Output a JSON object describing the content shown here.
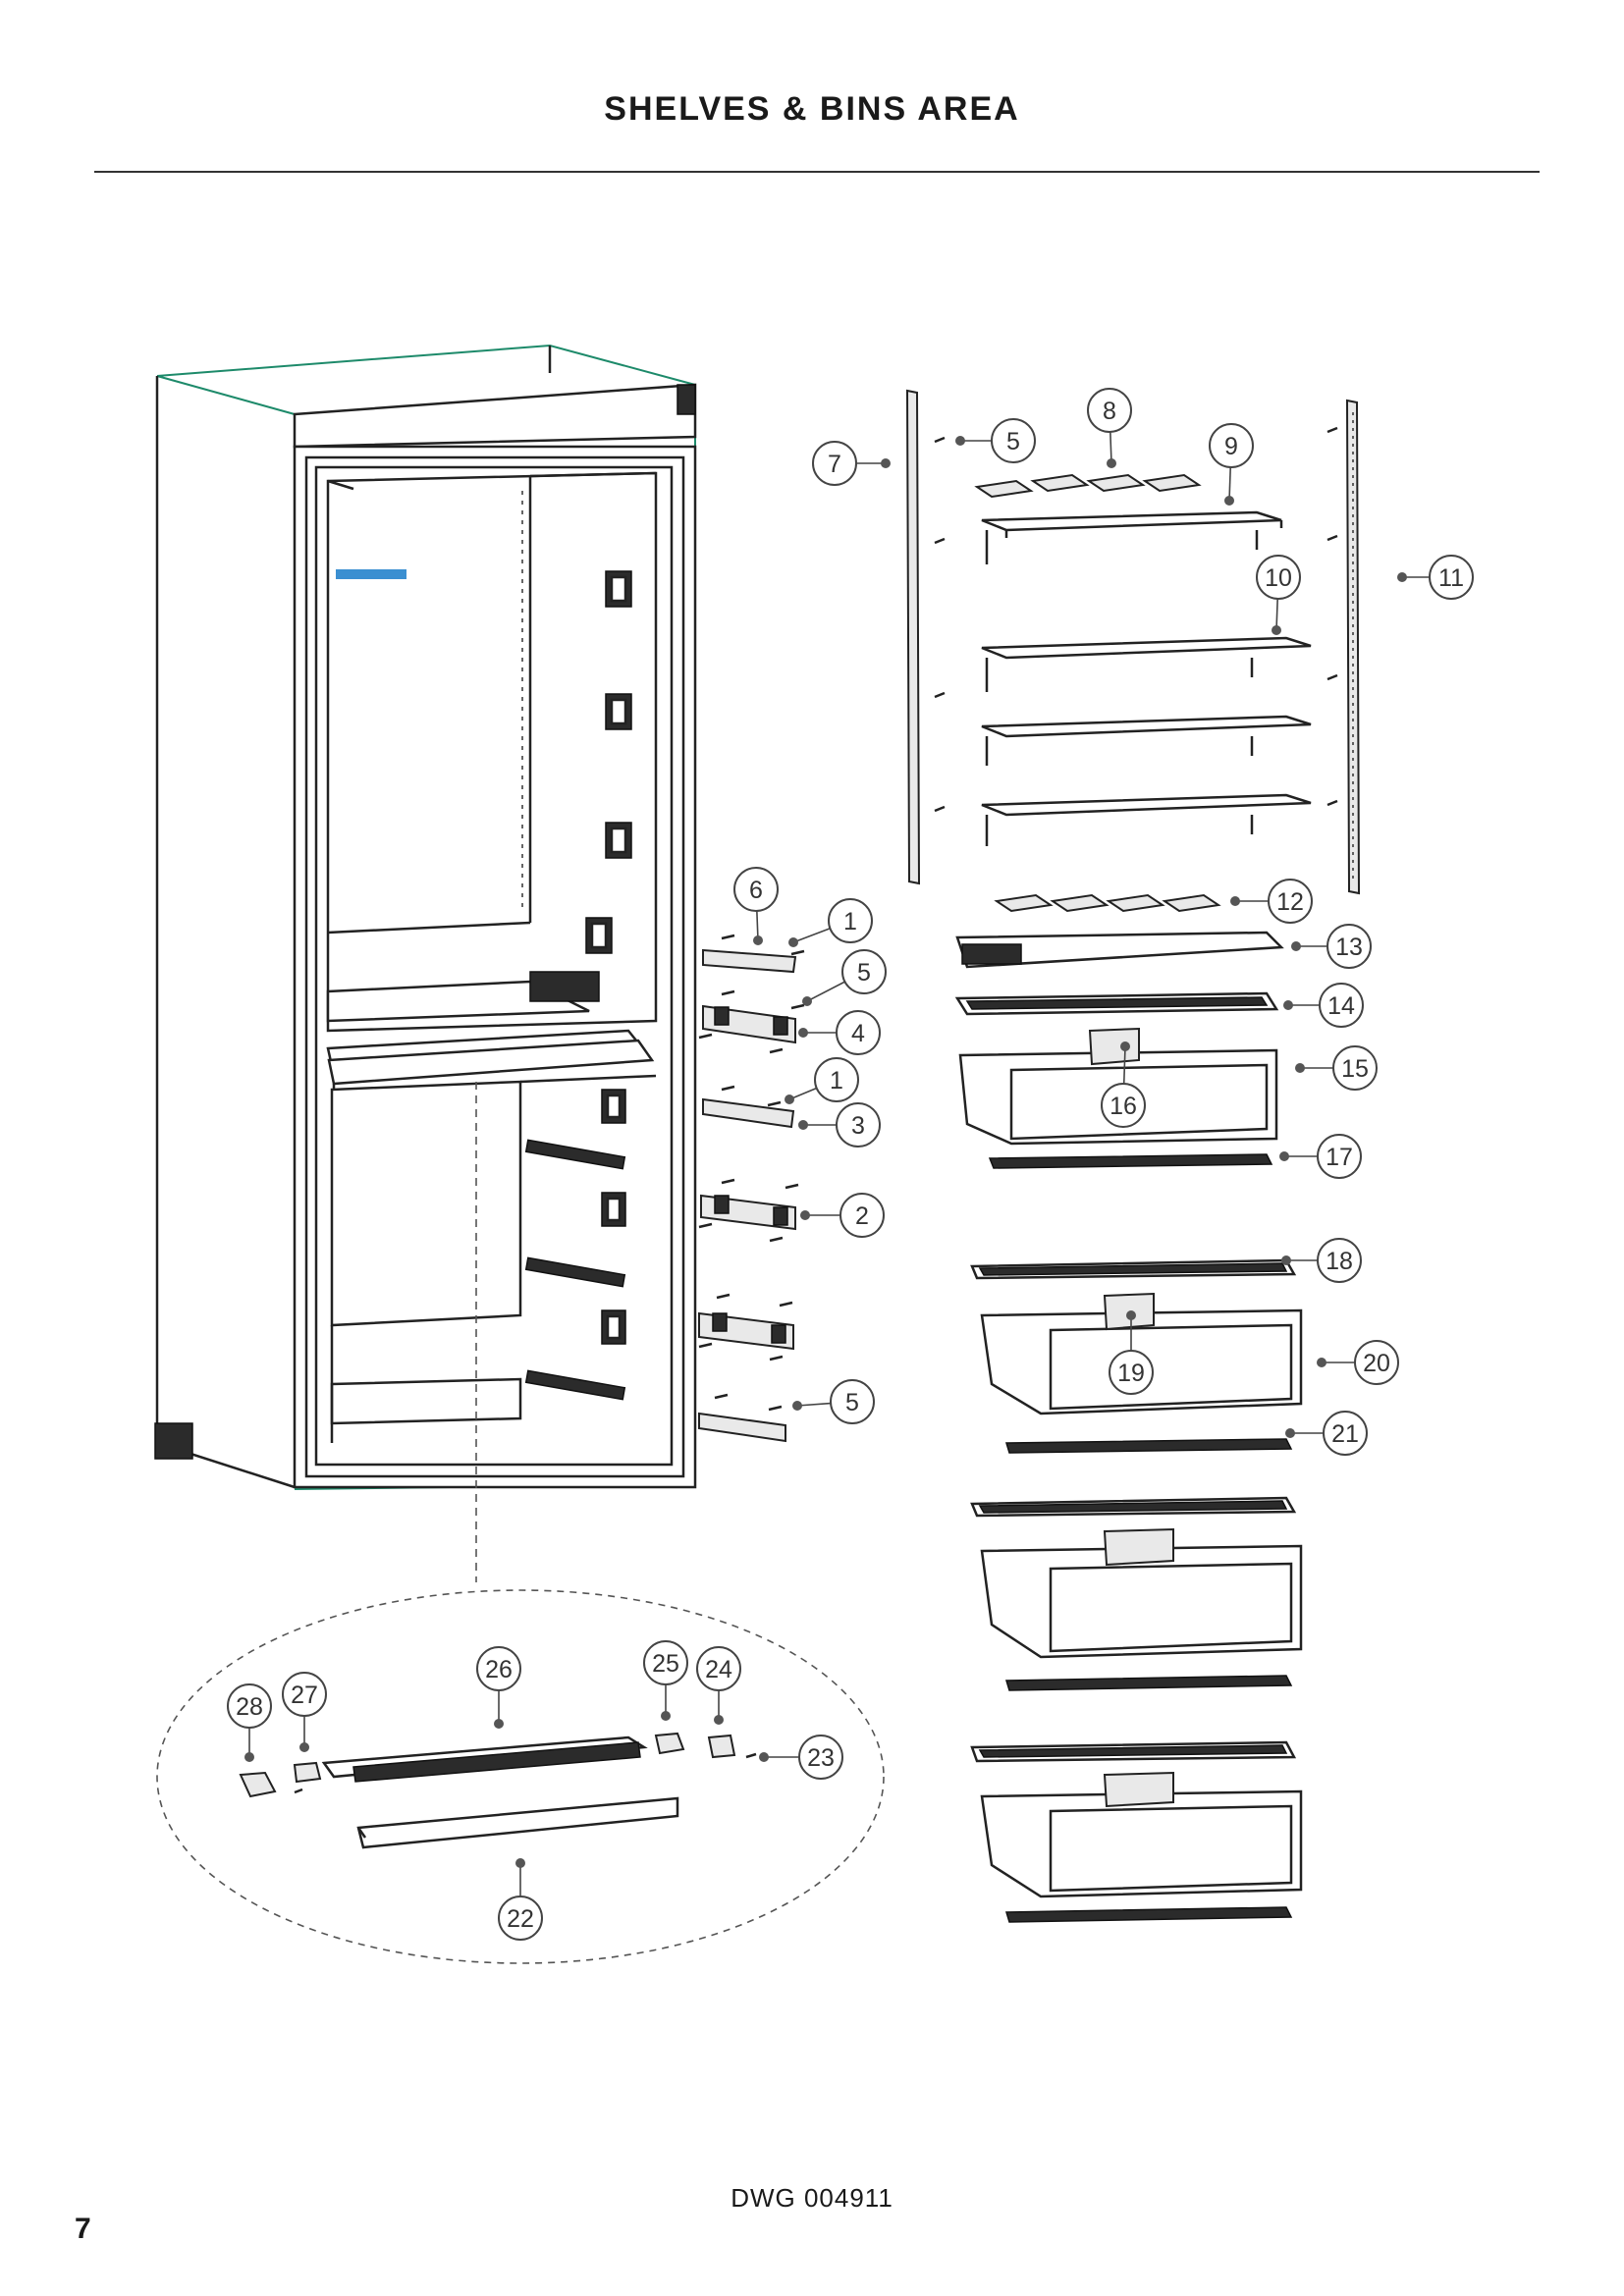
{
  "page": {
    "title": "SHELVES & BINS AREA",
    "drawing_number": "DWG 004911",
    "page_number": "7"
  },
  "callouts": [
    {
      "label": "1"
    },
    {
      "label": "1"
    },
    {
      "label": "2"
    },
    {
      "label": "3"
    },
    {
      "label": "4"
    },
    {
      "label": "5"
    },
    {
      "label": "5"
    },
    {
      "label": "5"
    },
    {
      "label": "6"
    },
    {
      "label": "7"
    },
    {
      "label": "8"
    },
    {
      "label": "9"
    },
    {
      "label": "10"
    },
    {
      "label": "11"
    },
    {
      "label": "12"
    },
    {
      "label": "13"
    },
    {
      "label": "14"
    },
    {
      "label": "15"
    },
    {
      "label": "16"
    },
    {
      "label": "17"
    },
    {
      "label": "18"
    },
    {
      "label": "19"
    },
    {
      "label": "20"
    },
    {
      "label": "21"
    },
    {
      "label": "22"
    },
    {
      "label": "23"
    },
    {
      "label": "24"
    },
    {
      "label": "25"
    },
    {
      "label": "26"
    },
    {
      "label": "27"
    },
    {
      "label": "28"
    }
  ]
}
